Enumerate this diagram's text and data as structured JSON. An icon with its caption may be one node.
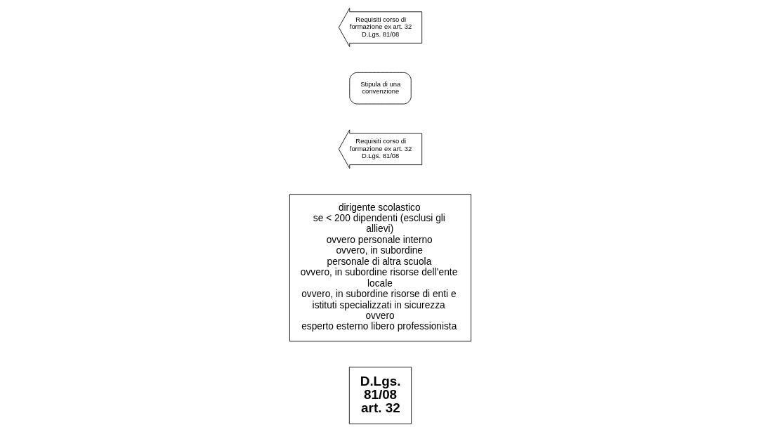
{
  "diagram": {
    "nodes": [
      {
        "text": [
          "D.Lgs. 81/08 art. 32"
        ]
      },
      {
        "text": [
          "dirigente scolastico",
          "se < 200 dipendenti (esclusi gli allievi)",
          "ovvero personale interno",
          "ovvero, in subordine",
          "personale di altra scuola",
          "ovvero, in subordine risorse dell’ente locale",
          "ovvero, in subordine risorse di enti e istituti specializzati in sicurezza",
          "ovvero",
          "esperto esterno libero professionista"
        ]
      },
      {
        "text": [
          "Requisiti corso di formazione ex art. 32 D.Lgs. 81/08"
        ]
      },
      {
        "text": [
          "Stipula di una convenzione"
        ]
      },
      {
        "text": [
          "Requisiti corso di formazione ex art. 32 D.Lgs. 81/08"
        ]
      }
    ]
  }
}
